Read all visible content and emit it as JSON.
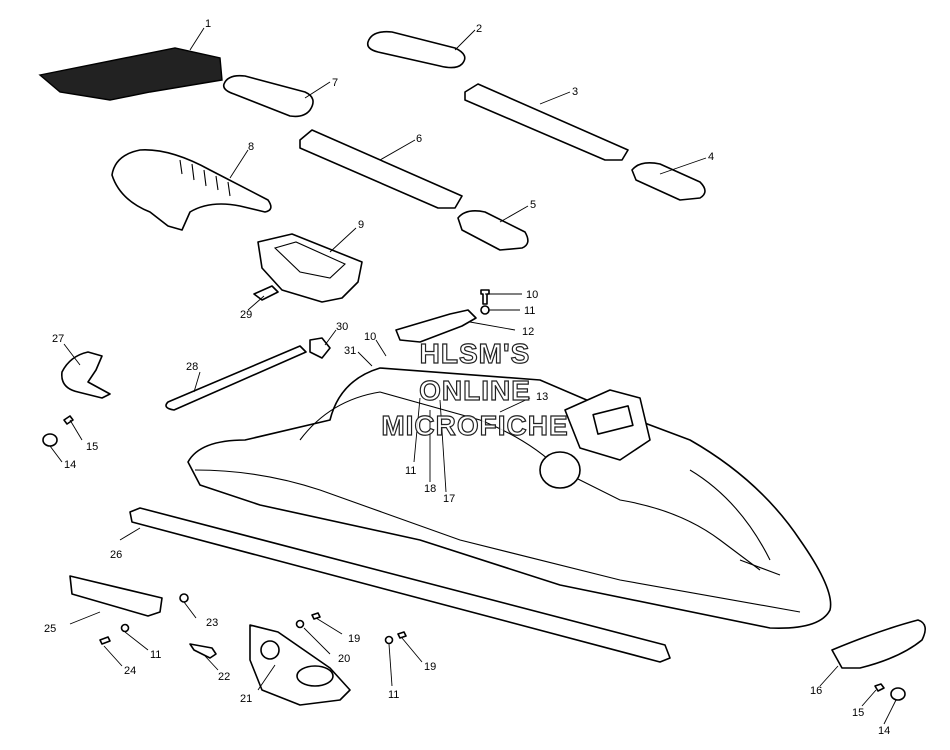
{
  "watermark": {
    "line1": "HLSM'S",
    "line2": "ONLINE",
    "line3": "MICROFICHE"
  },
  "callouts": {
    "n1": "1",
    "n2": "2",
    "n3": "3",
    "n4": "4",
    "n5": "5",
    "n6": "6",
    "n7": "7",
    "n8": "8",
    "n9": "9",
    "n10a": "10",
    "n10b": "10",
    "n11a": "11",
    "n11b": "11",
    "n11c": "11",
    "n11d": "11",
    "n12": "12",
    "n13": "13",
    "n14a": "14",
    "n14b": "14",
    "n15a": "15",
    "n15b": "15",
    "n16": "16",
    "n17": "17",
    "n18": "18",
    "n19a": "19",
    "n19b": "19",
    "n20": "20",
    "n21": "21",
    "n22": "22",
    "n23": "23",
    "n24": "24",
    "n25": "25",
    "n26": "26",
    "n27": "27",
    "n28": "28",
    "n29": "29",
    "n30": "30",
    "n31": "31"
  }
}
